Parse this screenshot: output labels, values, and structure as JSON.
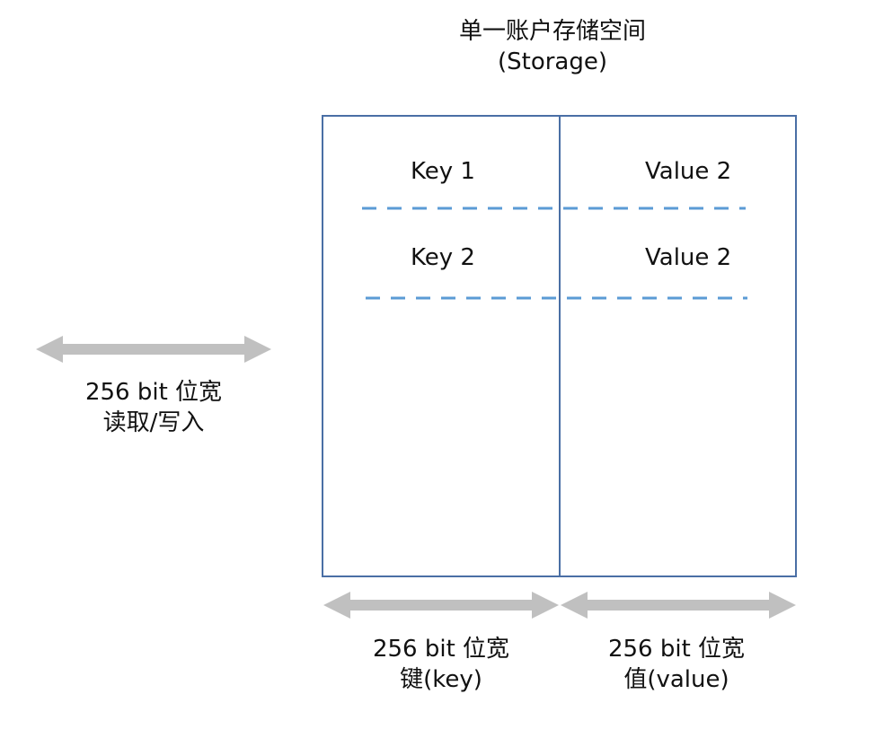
{
  "title": {
    "line1": "单一账户存储空间",
    "line2": "(Storage)"
  },
  "rows": [
    {
      "key": "Key 1",
      "value": "Value 2"
    },
    {
      "key": "Key 2",
      "value": "Value 2"
    }
  ],
  "left_annotation": {
    "line1": "256 bit 位宽",
    "line2": "读取/写入"
  },
  "key_annotation": {
    "line1": "256 bit 位宽",
    "line2": "键(key)"
  },
  "value_annotation": {
    "line1": "256 bit 位宽",
    "line2": "值(value)"
  },
  "colors": {
    "box_border": "#4a6fa5",
    "dash_line": "#5b9bd5",
    "arrow": "#c0c0c0"
  }
}
